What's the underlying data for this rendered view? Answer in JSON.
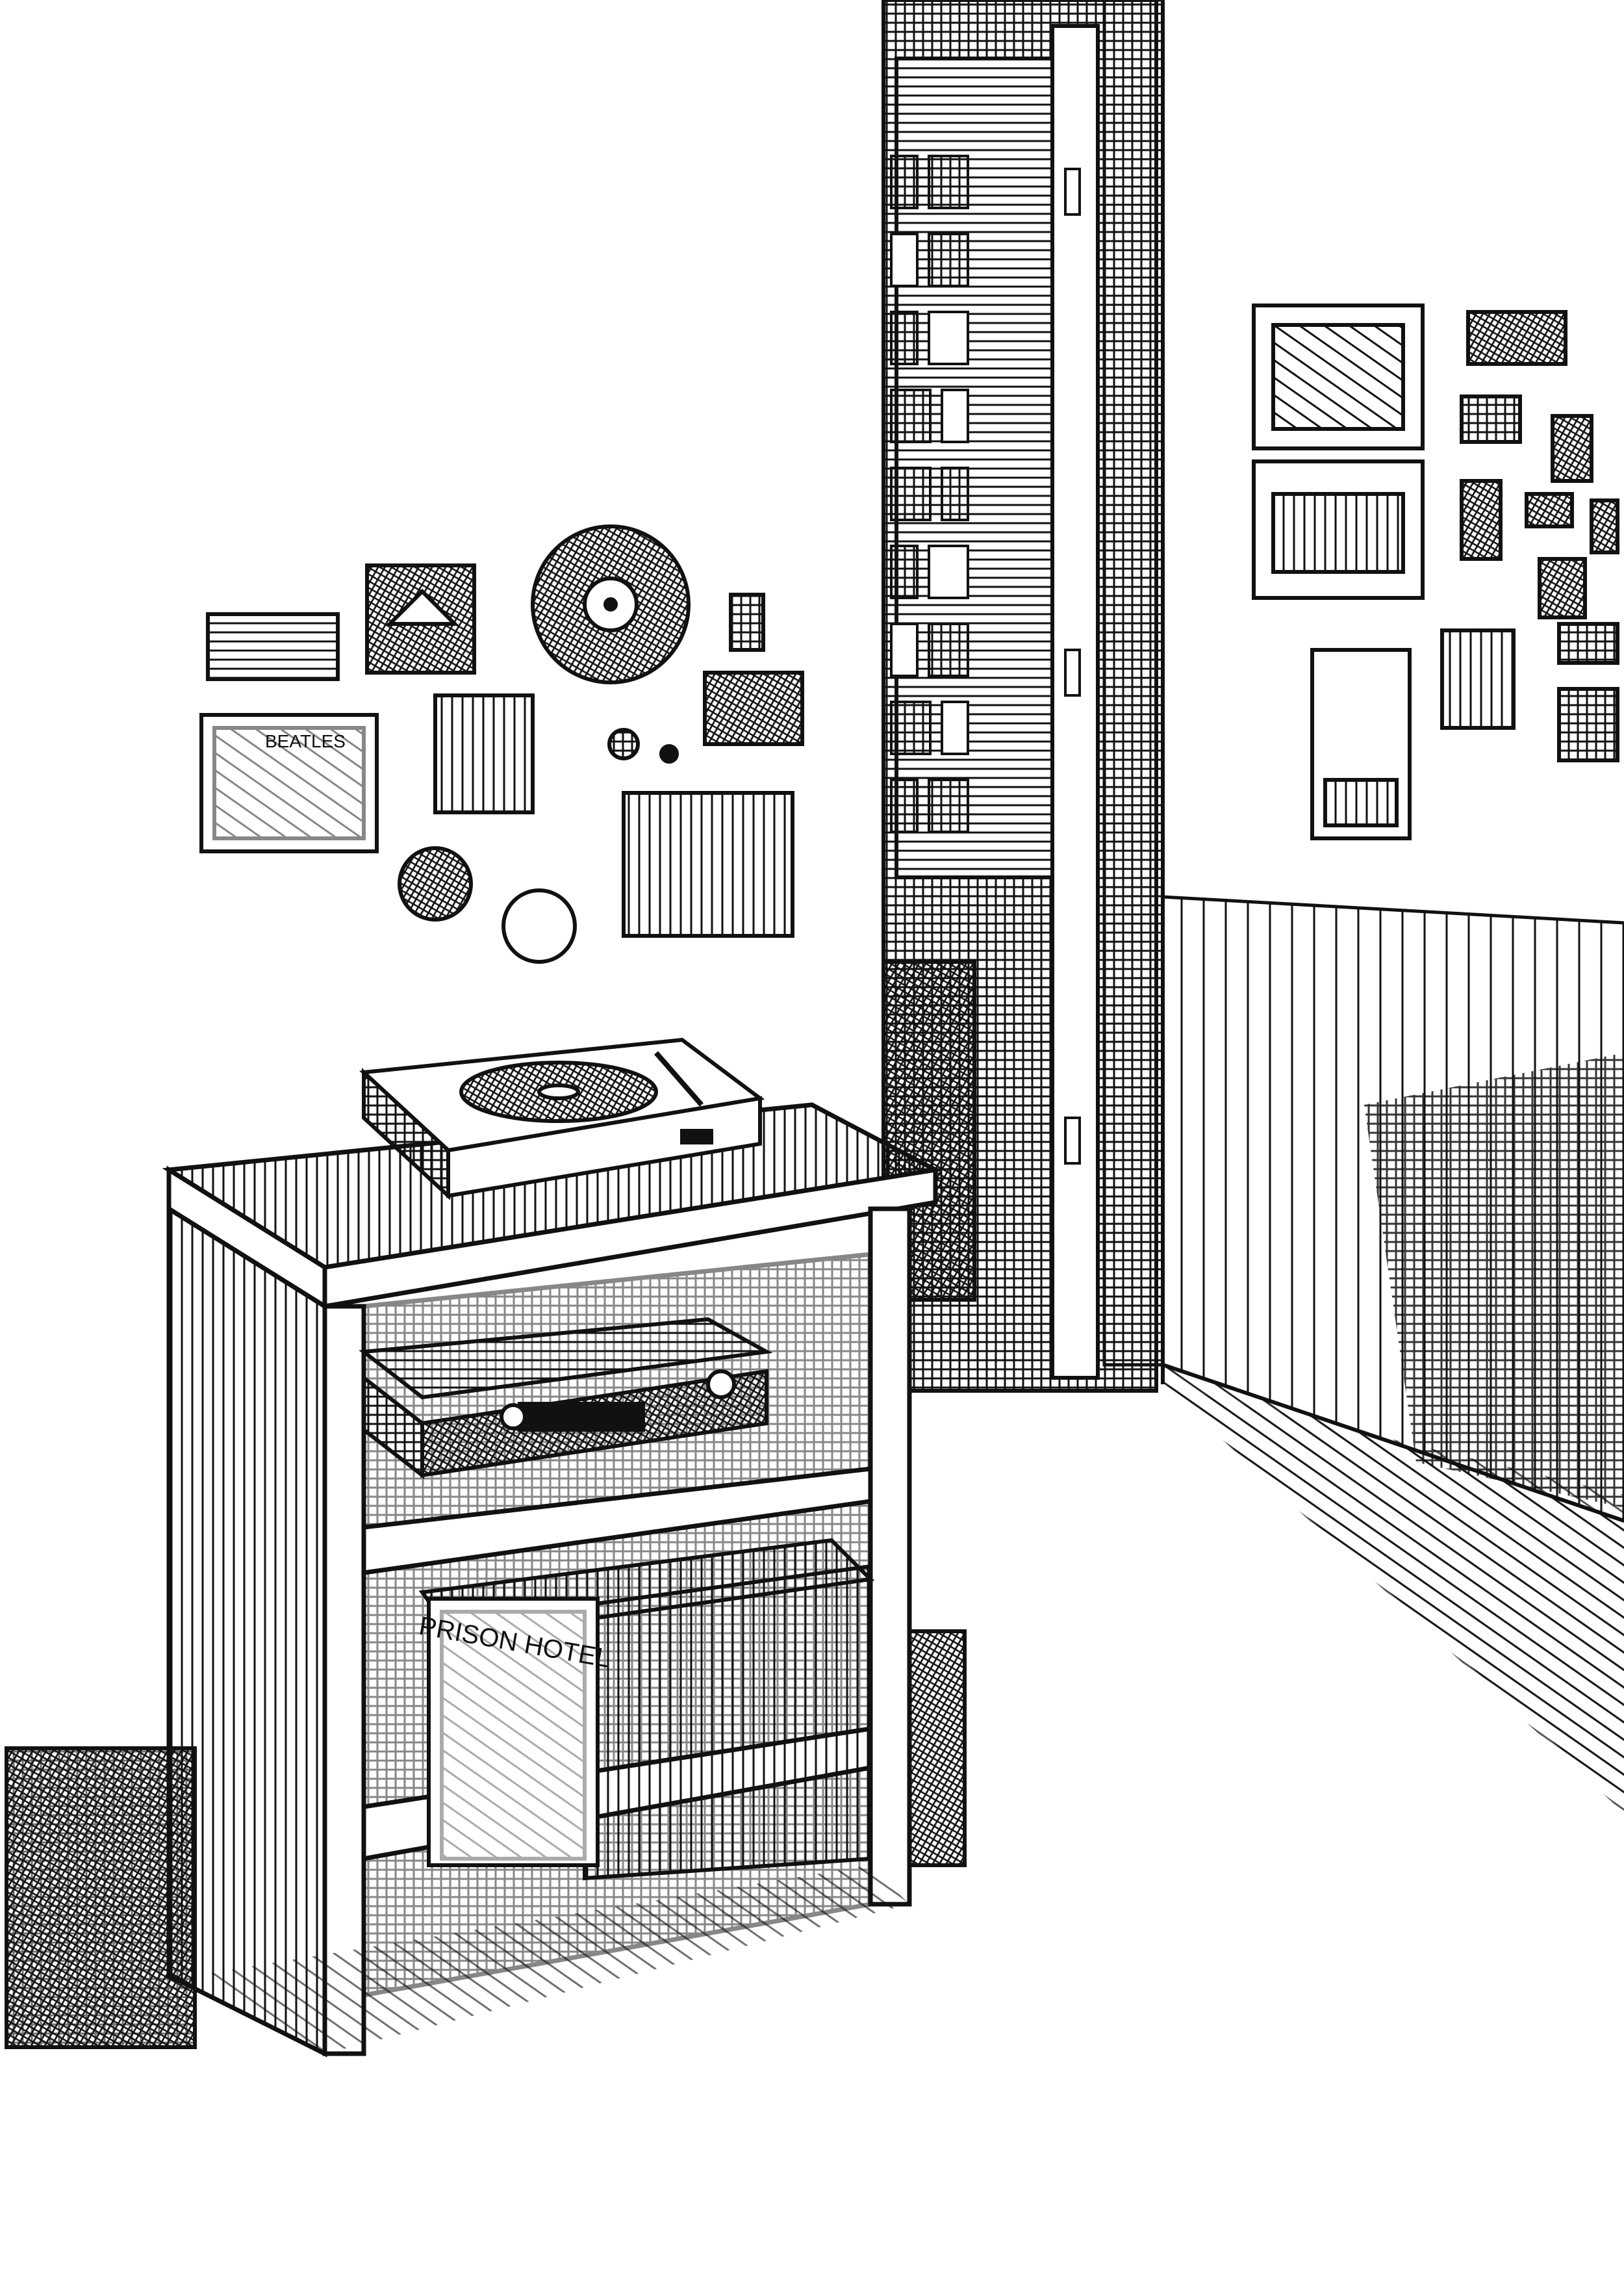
{
  "image": {
    "kind": "pen-and-ink drawing",
    "palette": {
      "ink": "#111111",
      "paper": "#ffffff"
    }
  },
  "scene": {
    "album_texts": {
      "beatles": "BEATLES",
      "prison_hotel": "PRISON HOTEL"
    }
  }
}
